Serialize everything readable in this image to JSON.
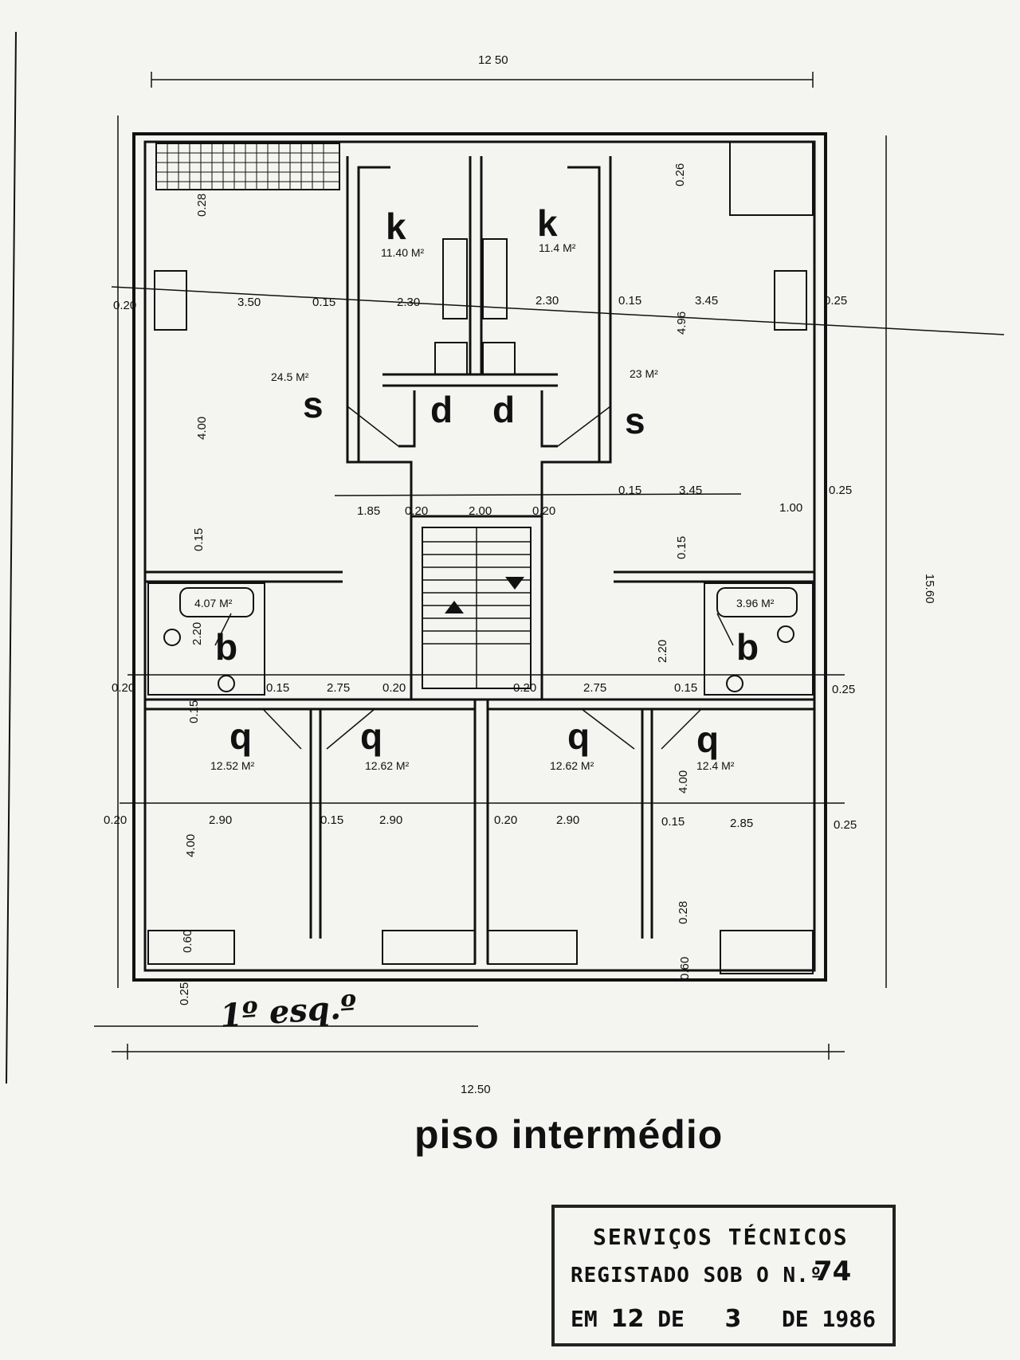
{
  "drawing": {
    "title": "piso intermédio",
    "handwritten_note": "1º esq.º",
    "dimensions": {
      "top_width": "12 50",
      "bottom_width": "12.50",
      "right_height": "15.60"
    }
  },
  "rooms": {
    "left_living": {
      "label": "s",
      "area": "24.5 M²"
    },
    "right_living": {
      "label": "s",
      "area": "23 M²"
    },
    "left_kitchen": {
      "label": "k",
      "area": "11.40 M²"
    },
    "right_kitchen": {
      "label": "k",
      "area": "11.4 M²"
    },
    "left_pantry": {
      "label": "d"
    },
    "right_pantry": {
      "label": "d"
    },
    "left_bath": {
      "label": "b",
      "area": "4.07 M²"
    },
    "right_bath": {
      "label": "b",
      "area": "3.96 M²"
    },
    "bed1": {
      "label": "q",
      "area": "12.52 M²"
    },
    "bed2": {
      "label": "q",
      "area": "12.62 M²"
    },
    "bed3": {
      "label": "q",
      "area": "12.62 M²"
    },
    "bed4": {
      "label": "q",
      "area": "12.4 M²"
    }
  },
  "labels": {
    "row1": [
      "0.20",
      "3.50",
      "0.15",
      "2.30",
      "2.30",
      "0.15",
      "3.45",
      "0.25"
    ],
    "row_stair": [
      "1.85",
      "0.20",
      "2.00",
      "0.20",
      "0.15",
      "3.45",
      "0.25",
      "1.00"
    ],
    "row_bath": [
      "0.20",
      "0.15",
      "2.75",
      "0.20",
      "0.20",
      "2.75",
      "0.15",
      "0.25"
    ],
    "row_bed": [
      "0.20",
      "2.90",
      "0.15",
      "2.90",
      "0.20",
      "2.90",
      "0.15",
      "2.85",
      "0.25"
    ],
    "vertical": [
      "0.28",
      "4.00",
      "0.15",
      "2.20",
      "0.15",
      "4.00",
      "0.60",
      "0.25",
      "0.26",
      "4.96",
      "0.15",
      "2.20",
      "4.00",
      "0.28",
      "0.60"
    ]
  },
  "stamp": {
    "line1": "SERVIÇOS TÉCNICOS",
    "line2": "REGISTADO SOB O N.º",
    "number": "74",
    "line3_prefix": "EM",
    "day": "12",
    "de1": "DE",
    "month": "3",
    "de2": "DE",
    "year": "1986"
  }
}
